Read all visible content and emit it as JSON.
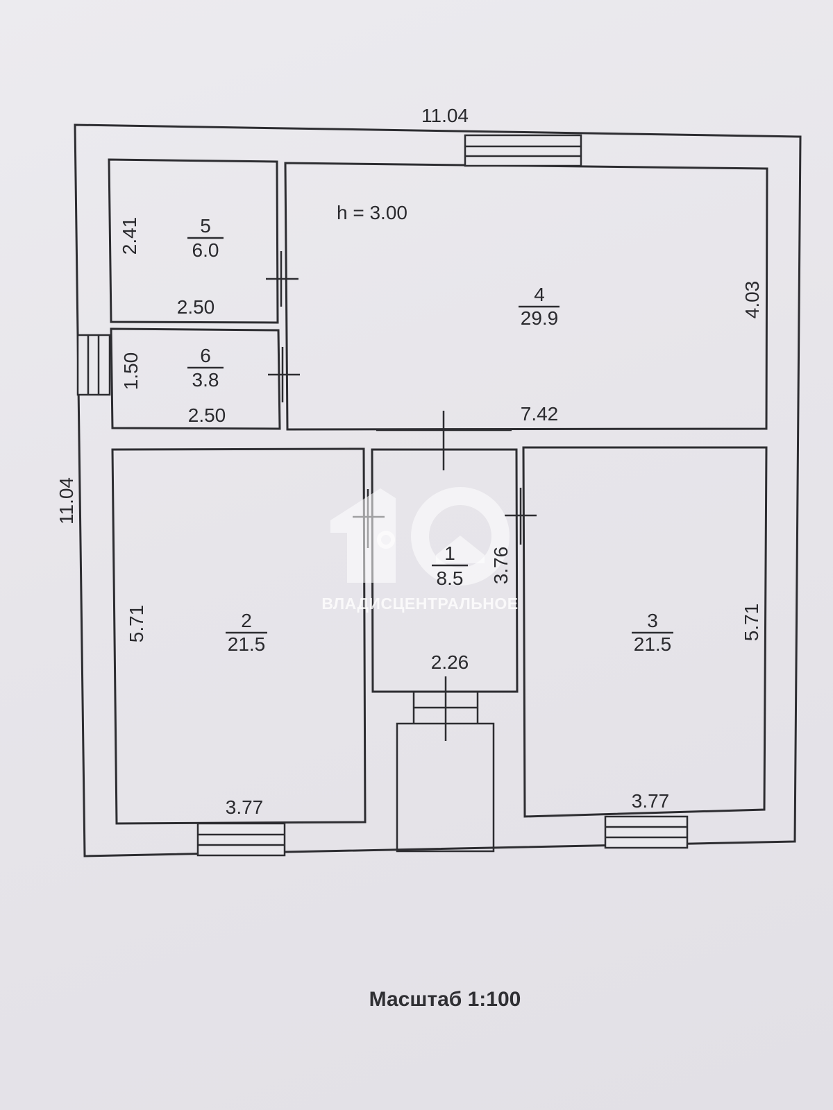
{
  "plan": {
    "height_label": "h = 3.00",
    "scale_label": "Масштаб 1:100",
    "outer": {
      "top_width": "11.04",
      "left_height": "11.04"
    },
    "rooms": [
      {
        "id": "1",
        "number": "1",
        "area": "8.5",
        "dims": [
          "2.26",
          "3.76"
        ]
      },
      {
        "id": "2",
        "number": "2",
        "area": "21.5",
        "dims": [
          "3.77",
          "5.71"
        ]
      },
      {
        "id": "3",
        "number": "3",
        "area": "21.5",
        "dims": [
          "3.77",
          "5.71"
        ]
      },
      {
        "id": "4",
        "number": "4",
        "area": "29.9",
        "dims": [
          "7.42",
          "4.03"
        ]
      },
      {
        "id": "5",
        "number": "5",
        "area": "6.0",
        "dims": [
          "2.50",
          "2.41"
        ]
      },
      {
        "id": "6",
        "number": "6",
        "area": "3.8",
        "dims": [
          "2.50",
          "1.50"
        ]
      }
    ]
  },
  "watermark": {
    "text": "ВЛАДИСЦЕНТРАЛЬНОЕ",
    "logo_digits": "10"
  }
}
